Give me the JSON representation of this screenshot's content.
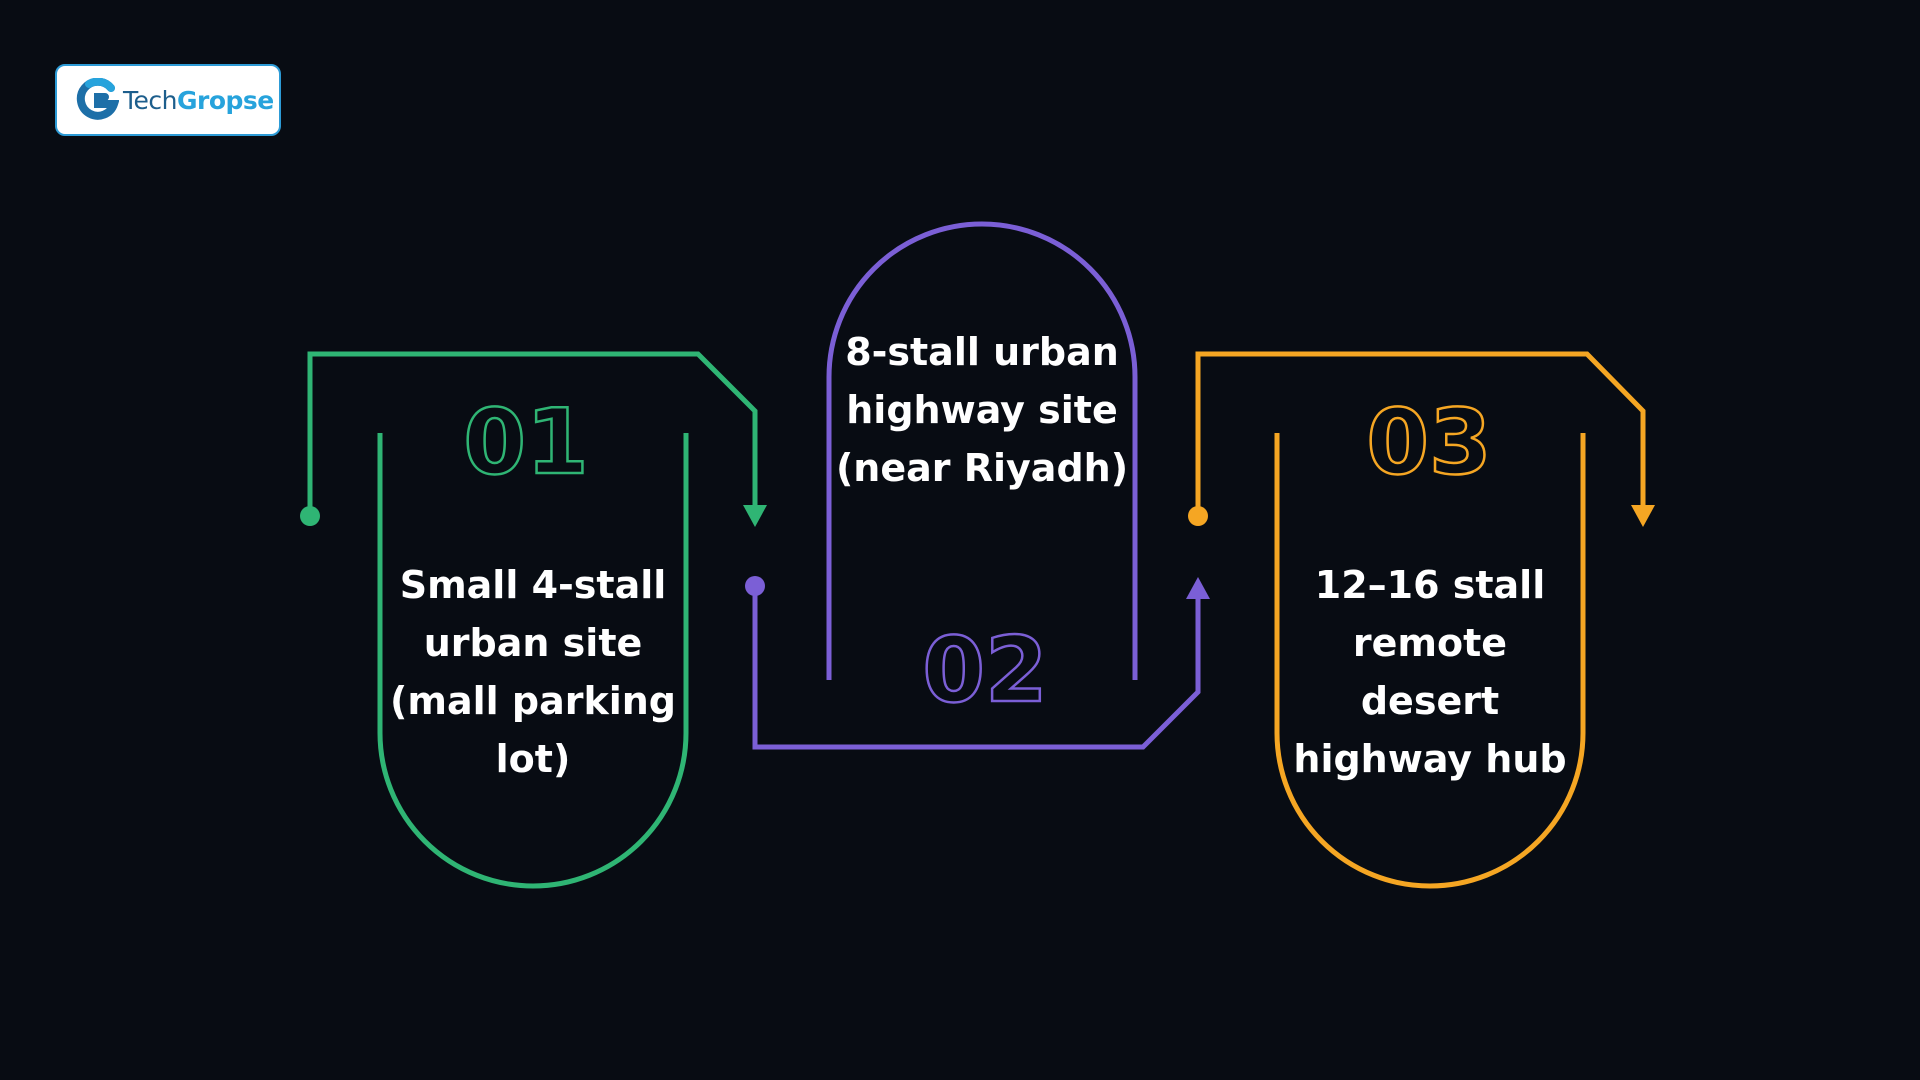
{
  "logo": {
    "text_left": "Tech",
    "text_right": "Gropse"
  },
  "steps": [
    {
      "number": "01",
      "text": "Small 4-stall urban site (mall parking lot)",
      "color": "#2fb574"
    },
    {
      "number": "02",
      "text": "8-stall urban highway site (near Riyadh)",
      "color": "#7b5fd6"
    },
    {
      "number": "03",
      "text": "12–16 stall remote desert highway hub",
      "color": "#f5a623"
    }
  ]
}
